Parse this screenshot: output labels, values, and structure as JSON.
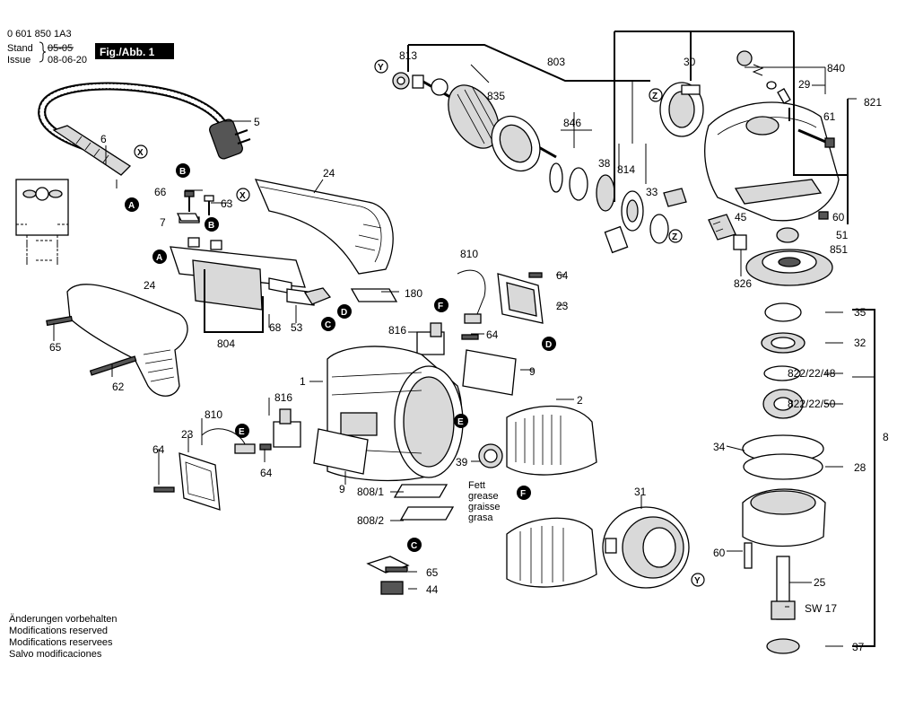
{
  "header": {
    "doc_number": "0 601 850 1A3",
    "stand_label": "Stand",
    "stand_value": "05-05",
    "issue_label": "Issue",
    "issue_value": "08-06-20",
    "figure_badge": "Fig./Abb. 1"
  },
  "notes": {
    "lines": [
      "Änderungen vorbehalten",
      "Modifications reserved",
      "Modifications reservees",
      "Salvo modificaciones"
    ]
  },
  "grease_note": {
    "lines": [
      "Fett",
      "grease",
      "graisse",
      "grasa"
    ]
  },
  "part_labels": {
    "p813": "813",
    "p803": "803",
    "p30": "30",
    "p840": "840",
    "p821": "821",
    "p835": "835",
    "p29": "29",
    "p846": "846",
    "p61": "61",
    "p38": "38",
    "p814": "814",
    "p33": "33",
    "p5": "5",
    "p6": "6",
    "p24a": "24",
    "p66": "66",
    "p63": "63",
    "p7": "7",
    "p45": "45",
    "p60a": "60",
    "p51": "51",
    "p851": "851",
    "p810a": "810",
    "p64a": "64",
    "p826": "826",
    "p180": "180",
    "p23a": "23",
    "p24b": "24",
    "p804": "804",
    "p68": "68",
    "p53": "53",
    "p816a": "816",
    "p64b": "64",
    "p35": "35",
    "p32": "32",
    "p65a": "65",
    "p62": "62",
    "p9a": "9",
    "p1": "1",
    "p822a": "822/22/48",
    "p816b": "816",
    "p2": "2",
    "p822b": "822/22/50",
    "p810b": "810",
    "p23b": "23",
    "p34": "34",
    "p8": "8",
    "p39": "39",
    "p64c": "64",
    "p64d": "64",
    "p28": "28",
    "p9b": "9",
    "p8081": "808/1",
    "p31": "31",
    "p8082": "808/2",
    "p60b": "60",
    "p25": "25",
    "p65b": "65",
    "p44": "44",
    "pSW": "SW 17",
    "p37": "37"
  },
  "connectors": {
    "A1": "A",
    "A2": "A",
    "B1": "B",
    "B2": "B",
    "C1": "C",
    "C2": "C",
    "D1": "D",
    "D2": "D",
    "E1": "E",
    "E2": "E",
    "F1": "F",
    "F2": "F",
    "X1": "X",
    "X2": "X",
    "Y1": "Y",
    "Y2": "Y",
    "Z1": "Z",
    "Z2": "Z"
  },
  "colors": {
    "ink": "#000000",
    "paper": "#ffffff",
    "badge": "#000000"
  }
}
